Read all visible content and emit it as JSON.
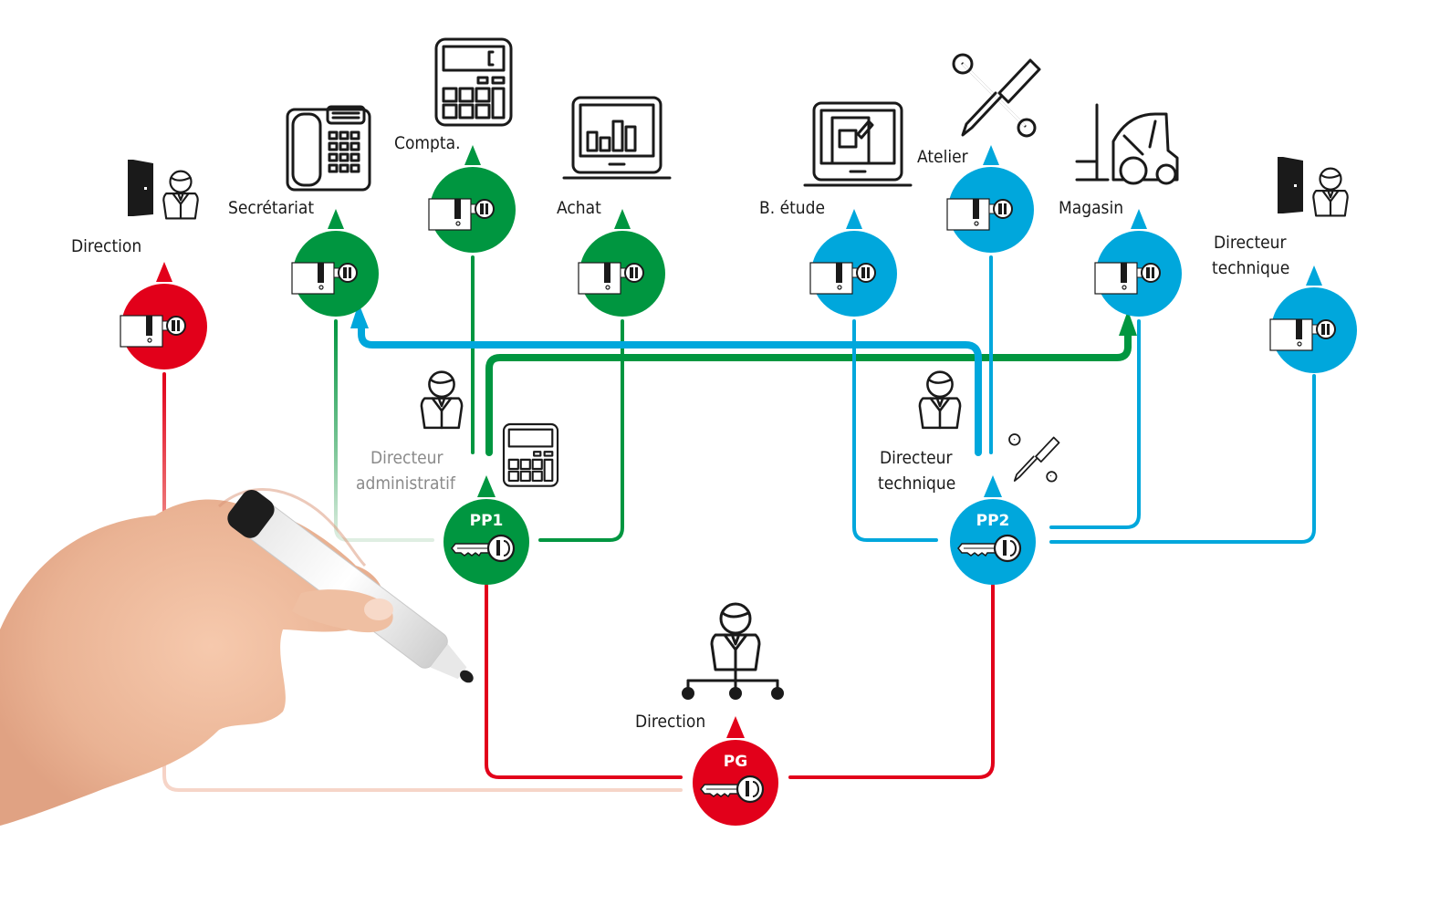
{
  "diagram": {
    "title": "Organigramme de passe - hiérarchie de clés",
    "colors": {
      "general": "#e2001a",
      "administrative": "#009640",
      "technical": "#00a7dc",
      "icon": "#1a1a1a",
      "background": "#ffffff"
    },
    "master_keys": [
      {
        "id": "PG",
        "label": "PG",
        "role_label": "Direction",
        "group": "general",
        "icon": "org-chart-person-icon",
        "symbol": "key-icon"
      },
      {
        "id": "PP1",
        "label": "PP1",
        "role_label_line1": "Directeur",
        "role_label_line2": "administratif",
        "group": "administrative",
        "icon": "person-icon",
        "secondary_icon": "calculator-icon",
        "symbol": "key-icon"
      },
      {
        "id": "PP2",
        "label": "PP2",
        "role_label_line1": "Directeur",
        "role_label_line2": "technique",
        "group": "technical",
        "icon": "person-icon",
        "secondary_icon": "tools-icon",
        "symbol": "key-icon"
      }
    ],
    "cylinders": [
      {
        "id": "direction",
        "label": "Direction",
        "group": "general",
        "icon": "door-person-icon",
        "symbol": "lock-cylinder-icon"
      },
      {
        "id": "secretariat",
        "label": "Secrétariat",
        "group": "administrative",
        "icon": "telephone-icon",
        "symbol": "lock-cylinder-icon"
      },
      {
        "id": "compta",
        "label": "Compta.",
        "group": "administrative",
        "icon": "calculator-icon",
        "symbol": "lock-cylinder-icon"
      },
      {
        "id": "achat",
        "label": "Achat",
        "group": "administrative",
        "icon": "laptop-chart-icon",
        "symbol": "lock-cylinder-icon"
      },
      {
        "id": "b-etude",
        "label": "B. étude",
        "group": "technical",
        "icon": "laptop-design-icon",
        "symbol": "lock-cylinder-icon"
      },
      {
        "id": "atelier",
        "label": "Atelier",
        "group": "technical",
        "icon": "tools-icon",
        "symbol": "lock-cylinder-icon"
      },
      {
        "id": "magasin",
        "label": "Magasin",
        "group": "technical",
        "icon": "forklift-icon",
        "symbol": "lock-cylinder-icon"
      },
      {
        "id": "directeur-technique",
        "label_line1": "Directeur",
        "label_line2": "technique",
        "group": "technical",
        "icon": "door-person-icon",
        "symbol": "lock-cylinder-icon"
      }
    ],
    "edges": [
      {
        "from": "PG",
        "to": "direction",
        "group": "general"
      },
      {
        "from": "PG",
        "to": "PP1",
        "group": "general"
      },
      {
        "from": "PG",
        "to": "PP2",
        "group": "general"
      },
      {
        "from": "PP1",
        "to": "secretariat",
        "group": "administrative"
      },
      {
        "from": "PP1",
        "to": "compta",
        "group": "administrative"
      },
      {
        "from": "PP1",
        "to": "achat",
        "group": "administrative"
      },
      {
        "from": "PP1",
        "to": "magasin",
        "group": "administrative"
      },
      {
        "from": "PP2",
        "to": "b-etude",
        "group": "technical"
      },
      {
        "from": "PP2",
        "to": "atelier",
        "group": "technical"
      },
      {
        "from": "PP2",
        "to": "magasin",
        "group": "technical"
      },
      {
        "from": "PP2",
        "to": "directeur-technique",
        "group": "technical"
      },
      {
        "from": "PP2",
        "to": "secretariat",
        "group": "technical"
      }
    ],
    "decoration": {
      "photo": "hand-holding-marker"
    }
  }
}
